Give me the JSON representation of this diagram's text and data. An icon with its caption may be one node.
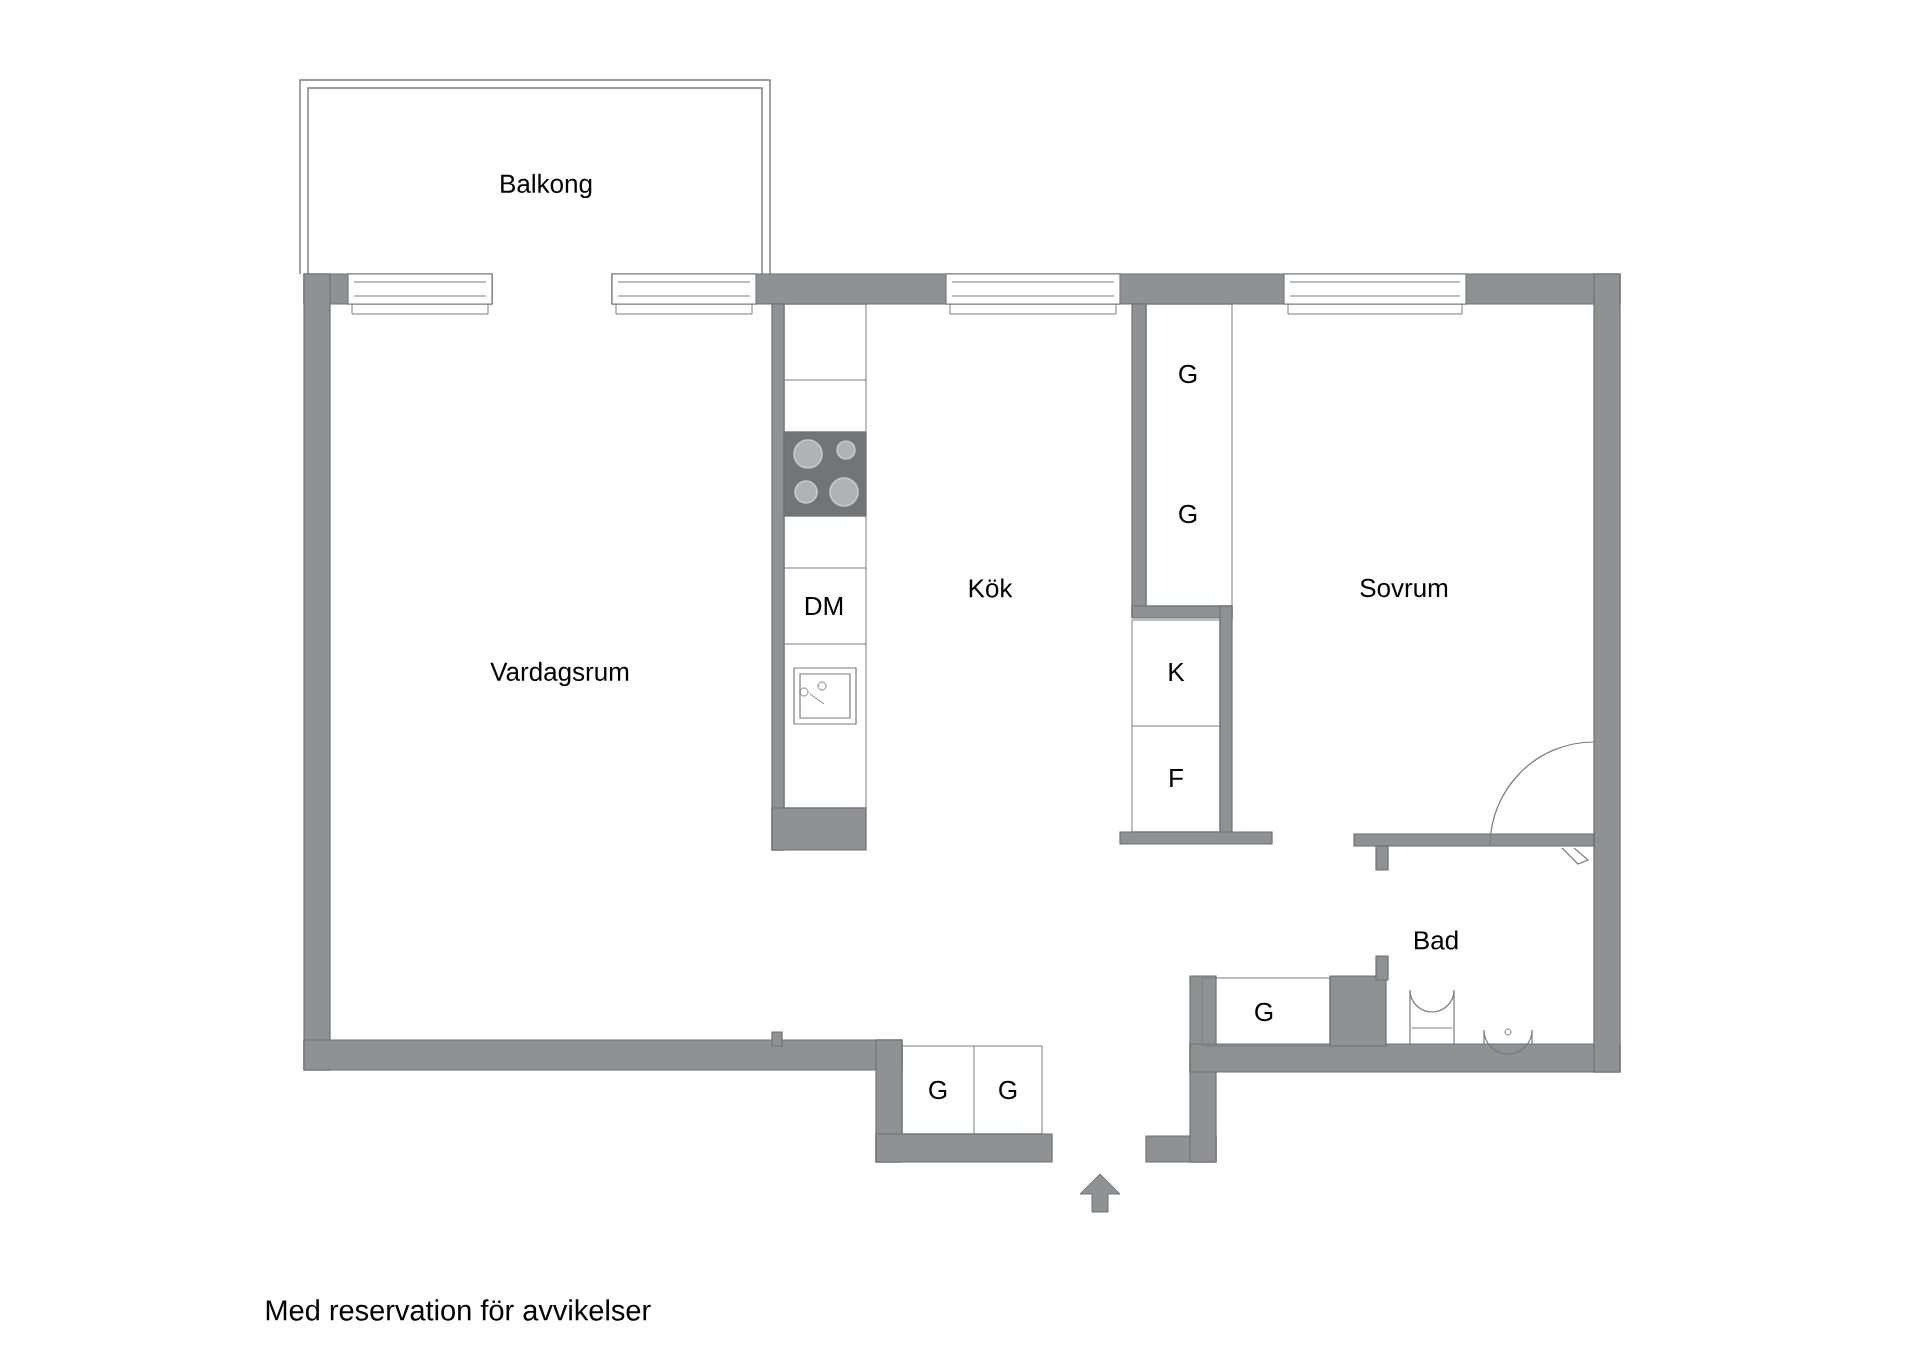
{
  "diagram": {
    "caption": "Med reservation för avvikelser",
    "nodes": [
      {
        "text": [
          "G"
        ]
      },
      {
        "text": [
          "G"
        ]
      },
      {
        "text": [
          "DM"
        ]
      },
      {
        "text": [
          "K"
        ]
      },
      {
        "text": [
          "F"
        ]
      },
      {
        "text": [
          "G"
        ]
      },
      {
        "text": [
          "G"
        ]
      },
      {
        "text": [
          "G"
        ]
      }
    ],
    "labels": [
      "Balkong",
      "Vardagsrum",
      "Kök",
      "Sovrum",
      "Bad"
    ]
  }
}
